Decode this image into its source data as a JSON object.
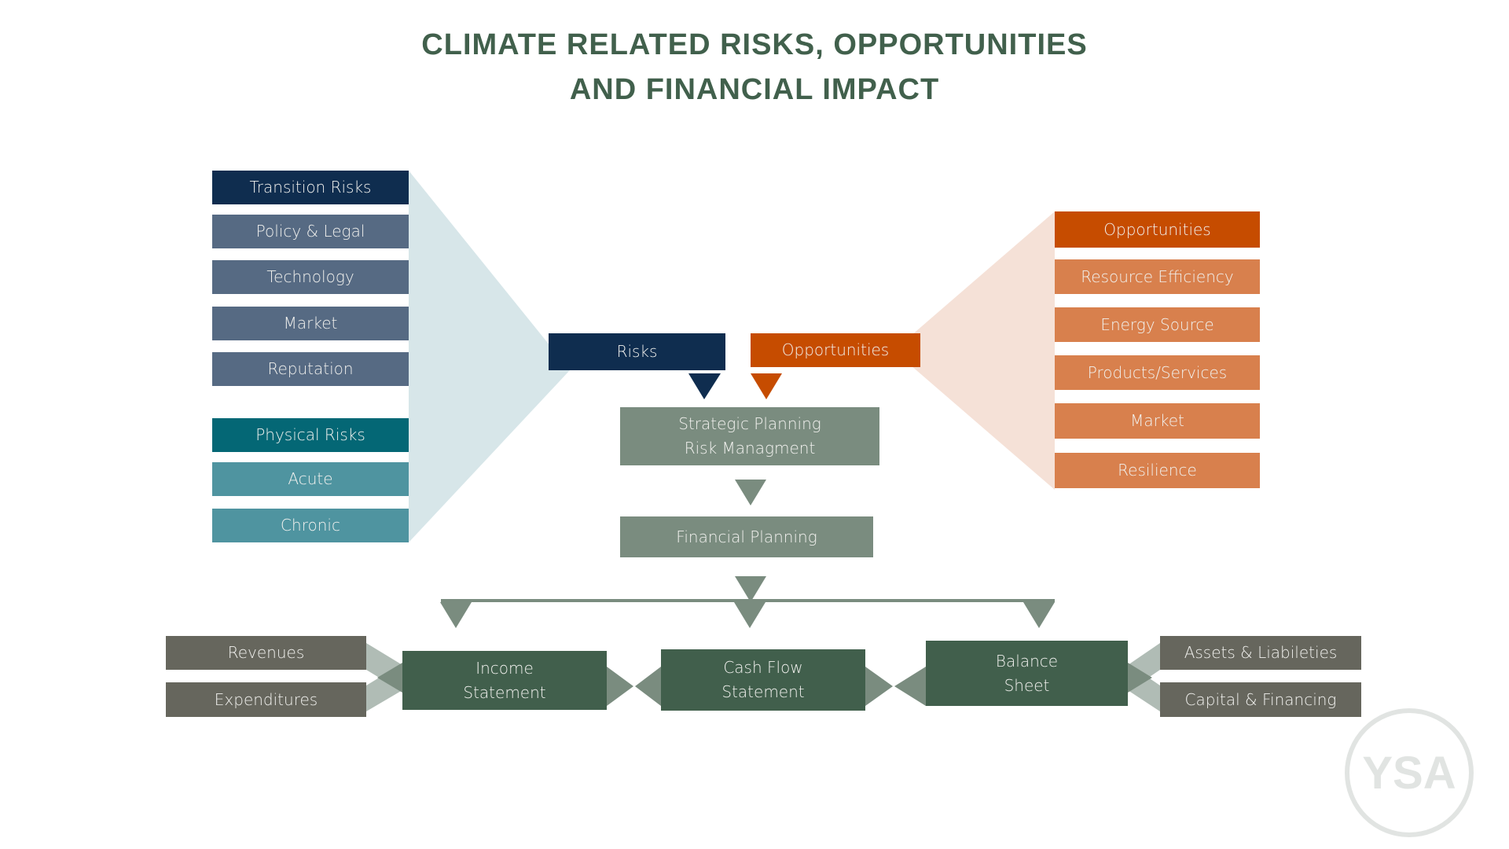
{
  "title": {
    "line1": "CLIMATE RELATED RISKS, OPPORTUNITIES",
    "line2": "AND FINANCIAL IMPACT"
  },
  "colors": {
    "title": "#41604c",
    "transition_header": "#0f2d4f",
    "transition_item": "#566a83",
    "physical_header": "#046775",
    "physical_item": "#4f94a0",
    "left_funnel": "#d7e6e9",
    "opportunities_header": "#c64c00",
    "opportunities_item": "#d8804d",
    "right_funnel": "#f5e1d7",
    "planning": "#7a8c7f",
    "statements": "#415f4c",
    "components": "#66665d",
    "connector_light": "#b0bcb5",
    "connector": "#7a8c7f",
    "logo": "#e1e4e2"
  },
  "risks_panel": {
    "transition": {
      "header": "Transition Risks",
      "items": [
        "Policy & Legal",
        "Technology",
        "Market",
        "Reputation"
      ]
    },
    "physical": {
      "header": "Physical Risks",
      "items": [
        "Acute",
        "Chronic"
      ]
    }
  },
  "opportunities_panel": {
    "header": "Opportunities",
    "items": [
      "Resource Efficiency",
      "Energy Source",
      "Products/Services",
      "Market",
      "Resilience"
    ]
  },
  "center": {
    "risks_label": "Risks",
    "opportunities_label": "Opportunities",
    "strategic_line1": "Strategic Planning",
    "strategic_line2": "Risk Managment",
    "financial_planning": "Financial Planning"
  },
  "statements": {
    "income_line1": "Income",
    "income_line2": "Statement",
    "cashflow_line1": "Cash Flow",
    "cashflow_line2": "Statement",
    "balance_line1": "Balance",
    "balance_line2": "Sheet"
  },
  "components": {
    "revenues": "Revenues",
    "expenditures": "Expenditures",
    "assets_liabilities": "Assets & Liabileties",
    "capital_financing": "Capital & Financing"
  },
  "logo": {
    "text": "YSA"
  }
}
